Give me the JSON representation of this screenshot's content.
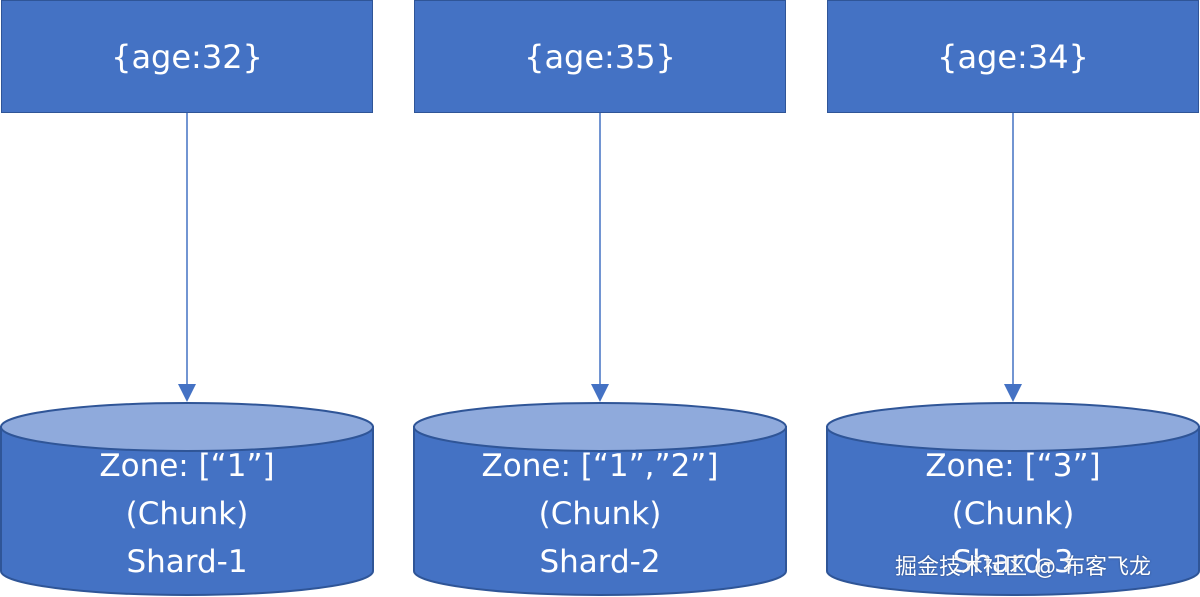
{
  "documents": [
    {
      "label": "{age:32}"
    },
    {
      "label": "{age:35}"
    },
    {
      "label": "{age:34}"
    }
  ],
  "shards": [
    {
      "zone": "Zone: [“1”]",
      "chunk": "(Chunk)",
      "name": "Shard-1"
    },
    {
      "zone": "Zone: [“1”,”2”]",
      "chunk": "(Chunk)",
      "name": "Shard-2"
    },
    {
      "zone": "Zone: [“3”]",
      "chunk": "(Chunk)",
      "name": "Shard-3"
    }
  ],
  "watermark": "掘金技术社区 @ 布客飞龙",
  "colors": {
    "box_fill": "#4472C4",
    "box_border": "#2F5597",
    "cylinder_top": "#8FAADC",
    "arrow": "#4472C4"
  }
}
